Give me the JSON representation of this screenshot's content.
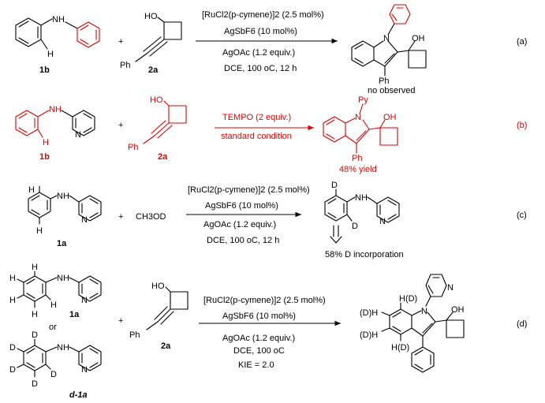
{
  "rows": [
    {
      "label": "(a)",
      "reactant1": "1b",
      "reactant2": "2a",
      "cond_above_1": "[RuCl2(p-cymene)]2 (2.5 mol%)",
      "cond_above_2": "AgSbF6 (10 mol%)",
      "cond_below_1": "AgOAc (1.2 equiv.)",
      "cond_below_2": "DCE, 100 oC, 12 h",
      "product_note": "no observed",
      "atoms": {
        "nh": "NH",
        "h": "H",
        "ho": "HO",
        "ph": "Ph",
        "oh": "OH",
        "n": "N"
      }
    },
    {
      "label": "(b)",
      "reactant1": "1b",
      "reactant2": "2a",
      "cond_above_1": "TEMPO (2 equiv.)",
      "cond_below_1": "standard condition",
      "product_note": "48% yield",
      "atoms": {
        "nh": "NH",
        "h": "H",
        "ho": "HO",
        "ph": "Ph",
        "oh": "OH",
        "n": "N",
        "py": "Py"
      }
    },
    {
      "label": "(c)",
      "reactant1": "1a",
      "reagent": "CH3OD",
      "cond_above_1": "[RuCl2(p-cymene)]2 (2.5 mol%)",
      "cond_above_2": "AgSbF6 (10 mol%)",
      "cond_below_1": "AgOAc (1.2 equiv.)",
      "cond_below_2": "DCE, 100 oC, 12 h",
      "product_note": "58% D incorporation",
      "atoms": {
        "nh": "NH",
        "h": "H",
        "n": "N",
        "d": "D"
      }
    },
    {
      "label": "(d)",
      "reactant1": "1a",
      "or": "or",
      "reactant1b": "d-1a",
      "reactant2": "2a",
      "cond_above_1": "[RuCl2(p-cymene)]2 (2.5 mol%)",
      "cond_above_2": "AgSbF6 (10 mol%)",
      "cond_below_1": "AgOAc (1.2 equiv.)",
      "cond_below_2": "DCE, 100 oC",
      "cond_below_3": "KIE = 2.0",
      "atoms": {
        "nh": "NH",
        "h": "H",
        "d": "D",
        "ho": "HO",
        "ph": "Ph",
        "oh": "OH",
        "n": "N",
        "hd": "H(D)",
        "dh": "(D)H"
      }
    }
  ],
  "plus": "+",
  "colors": {
    "highlight": "#e00000",
    "ink": "#000000"
  }
}
